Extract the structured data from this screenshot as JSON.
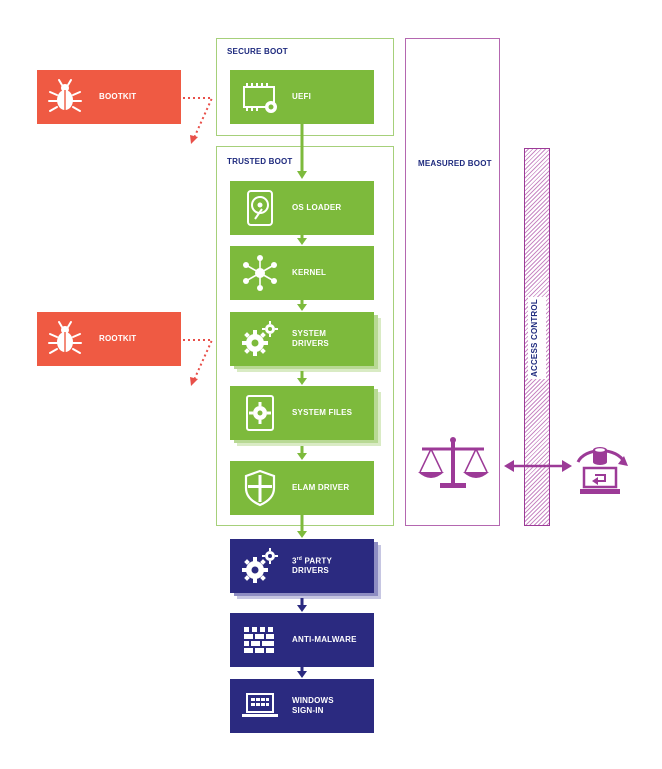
{
  "groups": {
    "secure_boot": "SECURE BOOT",
    "trusted_boot": "TRUSTED BOOT",
    "measured_boot": "MEASURED BOOT",
    "access_control": "ACCESS CONTROL"
  },
  "threats": {
    "bootkit": "BOOTKIT",
    "rootkit": "ROOTKIT"
  },
  "steps": {
    "uefi": "UEFI",
    "os_loader": "OS LOADER",
    "kernel": "KERNEL",
    "system_drivers_1": "SYSTEM",
    "system_drivers_2": "DRIVERS",
    "system_files": "SYSTEM FILES",
    "elam_driver": "ELAM DRIVER",
    "third_party_drivers_sup": "rd",
    "third_party_drivers_1": "3",
    "third_party_drivers_1b": " PARTY",
    "third_party_drivers_2": "DRIVERS",
    "anti_malware": "ANTI-MALWARE",
    "windows_signin_1": "WINDOWS",
    "windows_signin_2": "SIGN-IN"
  },
  "colors": {
    "green": "#7dba3c",
    "navy": "#2b2a80",
    "red": "#ef5a43",
    "purple": "#9c3a97"
  }
}
